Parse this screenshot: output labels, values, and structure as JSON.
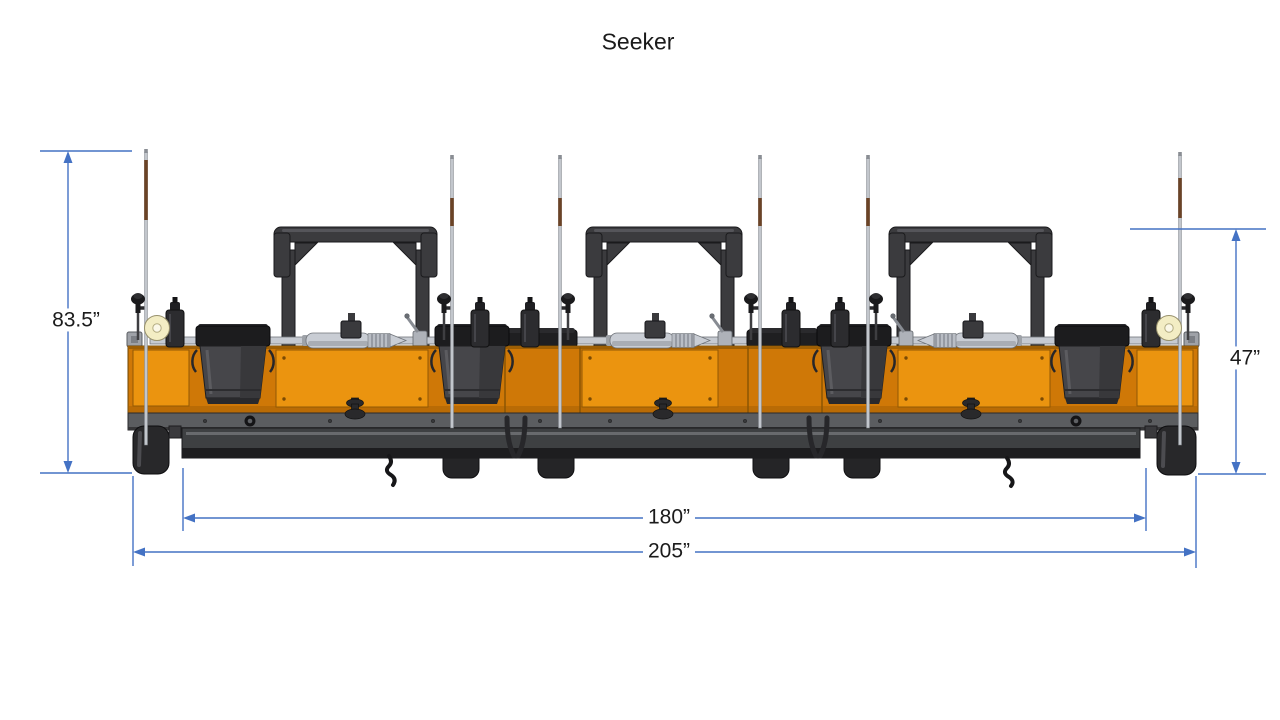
{
  "title": "Seeker",
  "dimensions": {
    "overall_height": {
      "label": "83.5”",
      "orientation": "vertical",
      "side": "left"
    },
    "frame_height": {
      "label": "47”",
      "orientation": "vertical",
      "side": "right"
    },
    "inner_width": {
      "label": "180”",
      "orientation": "horizontal",
      "side": "bottom"
    },
    "overall_width": {
      "label": "205”",
      "orientation": "horizontal",
      "side": "bottom"
    }
  },
  "figure": {
    "type": "technical-drawing",
    "subject": "Seeker machine front elevation",
    "sections": 3,
    "front_buckets": 4,
    "rear_buckets": 2,
    "rollbar_handles": 3,
    "antenna_poles": 6,
    "wheels": 6
  },
  "colors": {
    "dimension_blue": "#4472C4",
    "body_orange": "#CF7807",
    "panel_orange_light": "#EB940F",
    "frame_dark_gray": "#3B3B3E",
    "chassis_gray": "#5B5D60",
    "bucket_dark": "#46464A",
    "rail_silver": "#C9CDD4",
    "spool_cream": "#F3EDC4",
    "antenna_tip_brown": "#6B4326",
    "background": "#FFFFFF"
  }
}
